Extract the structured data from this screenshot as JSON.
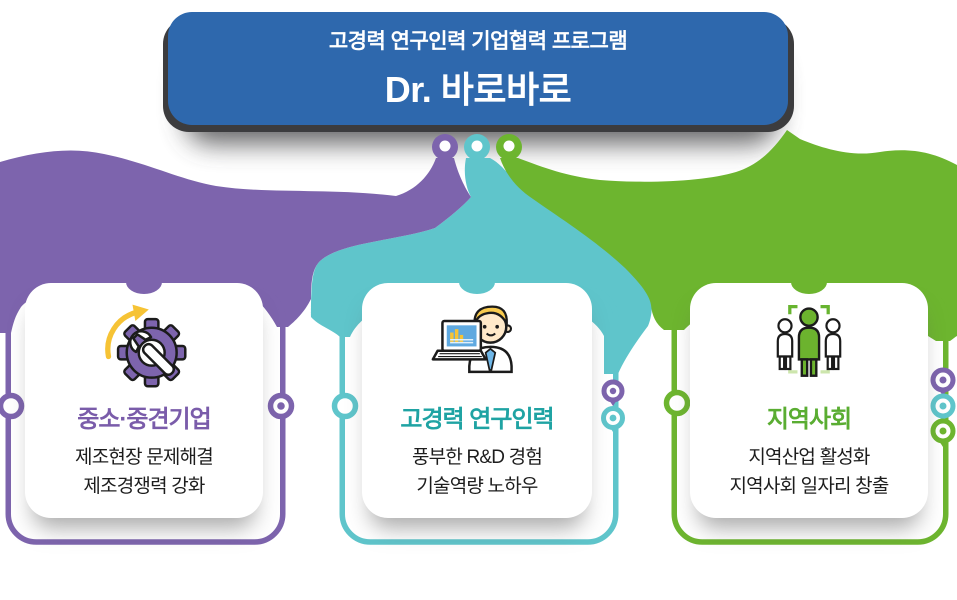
{
  "header": {
    "subtitle": "고경력 연구인력 기업협력 프로그램",
    "title": "Dr. 바로바로"
  },
  "cards": [
    {
      "id": "sme",
      "icon": "gear-wrench-icon",
      "title": "중소·중견기업",
      "lines": [
        "제조현장 문제해결",
        "제조경쟁력 강화"
      ]
    },
    {
      "id": "researchers",
      "icon": "researcher-laptop-icon",
      "title": "고경력 연구인력",
      "lines": [
        "풍부한 R&D 경험",
        "기술역량 노하우"
      ]
    },
    {
      "id": "community",
      "icon": "community-people-icon",
      "title": "지역사회",
      "lines": [
        "지역산업 활성화",
        "지역사회 일자리 창출"
      ]
    }
  ],
  "colors": {
    "header_bg": "#2e68ad",
    "header_shadow": "#3c3c3e",
    "ribbon_purple": "#7d64ad",
    "ribbon_teal": "#5fc5cb",
    "ribbon_green": "#6db52f",
    "title_purple": "#7a5caa",
    "title_teal": "#1fa3a3",
    "title_green": "#5aad32",
    "body_text": "#1d1d1d",
    "accent_yellow": "#f6c335",
    "icon_blue": "#5fa9e0",
    "tie_blue": "#6fb7e8"
  }
}
